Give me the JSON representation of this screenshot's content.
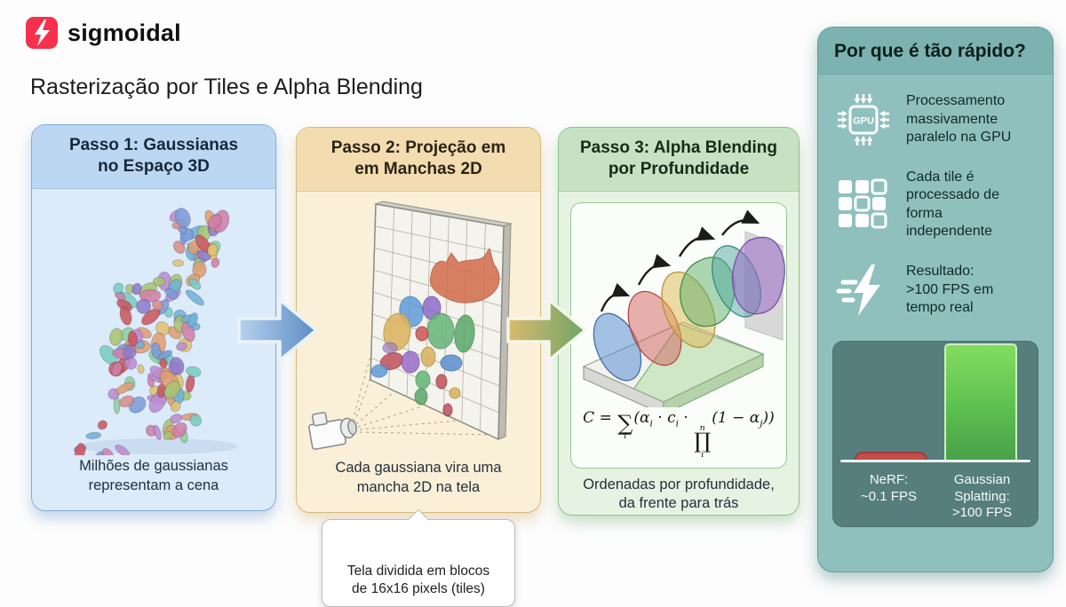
{
  "brand": {
    "name": "sigmoidal",
    "logo_color": "#f5314d"
  },
  "page_title": "Rasterização por Tiles e Alpha Blending",
  "steps": [
    {
      "title": "Passo 1: Gaussianas\nno Espaço 3D",
      "caption": "Milhões de gaussianas\nrepresentam a cena",
      "accent_color": "#bcd7f2"
    },
    {
      "title": "Passo 2: Projeção em\nem Manchas 2D",
      "caption": "Cada gaussiana vira uma\nmancha 2D na tela",
      "callout": "Tela dividida em blocos\nde 16x16 pixels (tiles)",
      "accent_color": "#f3ddb0"
    },
    {
      "title": "Passo 3: Alpha Blending\npor Profundidade",
      "caption": "Ordenadas por profundidade,\nda frente para trás",
      "accent_color": "#c6e2c3"
    }
  ],
  "formula": {
    "p1": "C = ",
    "sum": "∑",
    "sum_sub": "i",
    "p2": "(",
    "alpha1": "α",
    "alpha1_sub": "i",
    "dot1": " · ",
    "c": "c",
    "c_sub": "i",
    "dot2": " · ",
    "prod": "∏",
    "prod_sup": "n",
    "prod_sub": "i",
    "p3": "(1 − ",
    "alpha2": "α",
    "alpha2_sub": "j",
    "p4": "))"
  },
  "sidebar": {
    "title": "Por que é tão rápido?",
    "accent_color": "#8fc0be",
    "items": [
      {
        "icon": "gpu-icon",
        "icon_label": "GPU",
        "text": "Processamento\nmassivamente\nparalelo na GPU"
      },
      {
        "icon": "tiles-grid-icon",
        "text": "Cada tile é\nprocessado de\nforma\nindependente"
      },
      {
        "icon": "lightning-icon",
        "text": "Resultado:\n>100 FPS em\ntempo real"
      }
    ]
  },
  "chart_data": {
    "type": "bar",
    "categories": [
      "NeRF",
      "Gaussian Splatting"
    ],
    "values": [
      0.1,
      100
    ],
    "bar_labels": [
      "NeRF:\n~0.1 FPS",
      "Gaussian\nSplatting:\n>100 FPS"
    ],
    "bar_colors": [
      "#c14f4b",
      "#5cc04f"
    ],
    "title": "",
    "xlabel": "",
    "ylabel": "",
    "ylim": [
      0,
      110
    ],
    "grid": false,
    "legend": "none",
    "background_color": "#567e7d"
  }
}
